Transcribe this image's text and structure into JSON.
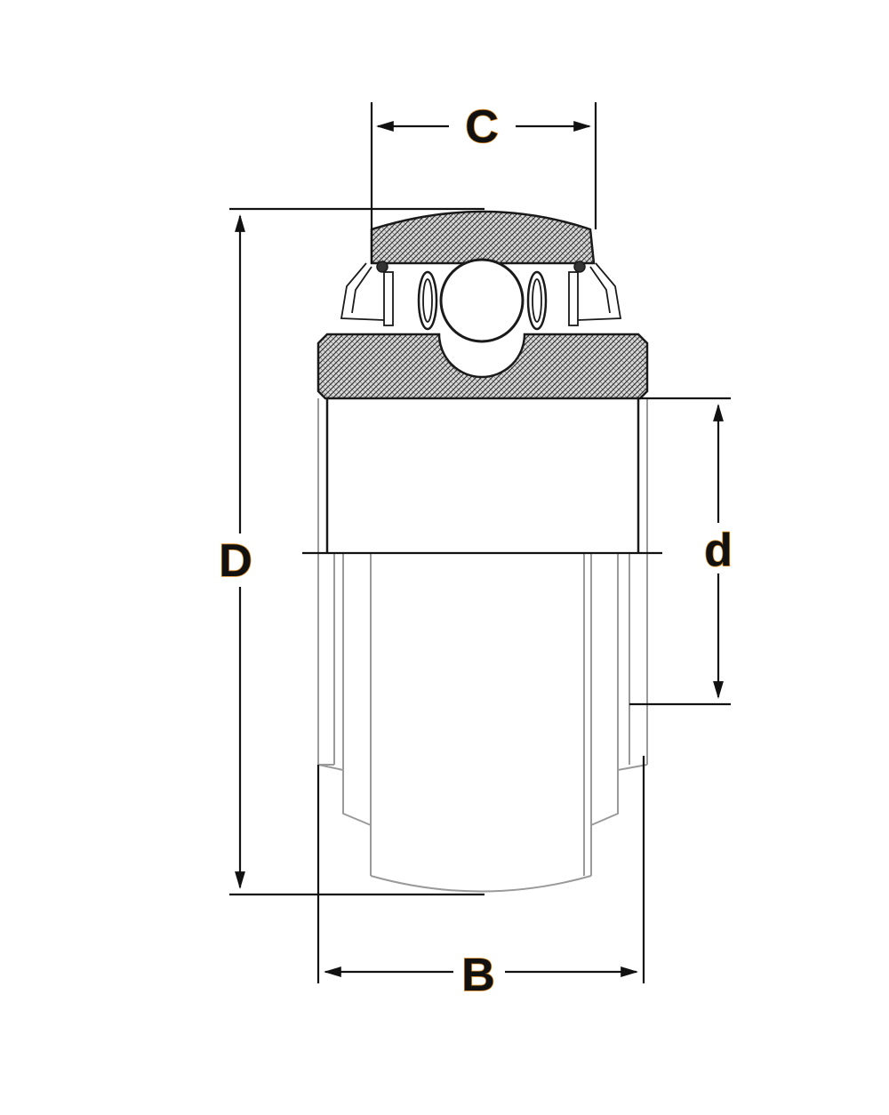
{
  "labels": {
    "C": "C",
    "D": "D",
    "d": "d",
    "B": "B"
  },
  "colors": {
    "line": "#111111",
    "label_outline": "#e08a1e",
    "hatch": "#2b2b2b",
    "background": "#ffffff"
  }
}
